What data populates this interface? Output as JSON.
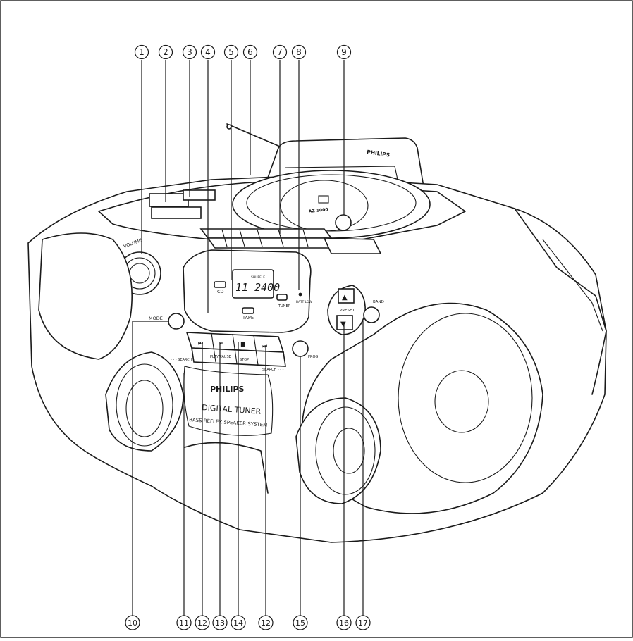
{
  "callouts_top": [
    "1",
    "2",
    "3",
    "4",
    "5",
    "6",
    "7",
    "8",
    "9"
  ],
  "callouts_bottom": [
    "10",
    "11",
    "12",
    "13",
    "14",
    "12",
    "15",
    "16",
    "17"
  ],
  "device": {
    "brand_lid": "PHILIPS",
    "brand_front": "PHILIPS",
    "tuner_line": "DIGITAL TUNER",
    "speaker_line": "BASS REFLEX SPEAKER SYSTEM",
    "model": "AZ 1000",
    "display_digits": "11 2400",
    "display_small": "SHUFFLE",
    "label_volume": "VOLUME",
    "label_cd": "CD",
    "label_tape": "TAPE",
    "label_tuner": "TUNER",
    "label_batt": "BATT LOW",
    "label_mode": "MODE",
    "label_preset": "PRESET",
    "label_band": "BAND",
    "label_prog": "PROG",
    "label_play": "PLAY/PAUSE",
    "label_stop": "STOP",
    "label_search_l": "- - - SEARCH",
    "label_search_r": "SEARCH - - -"
  }
}
